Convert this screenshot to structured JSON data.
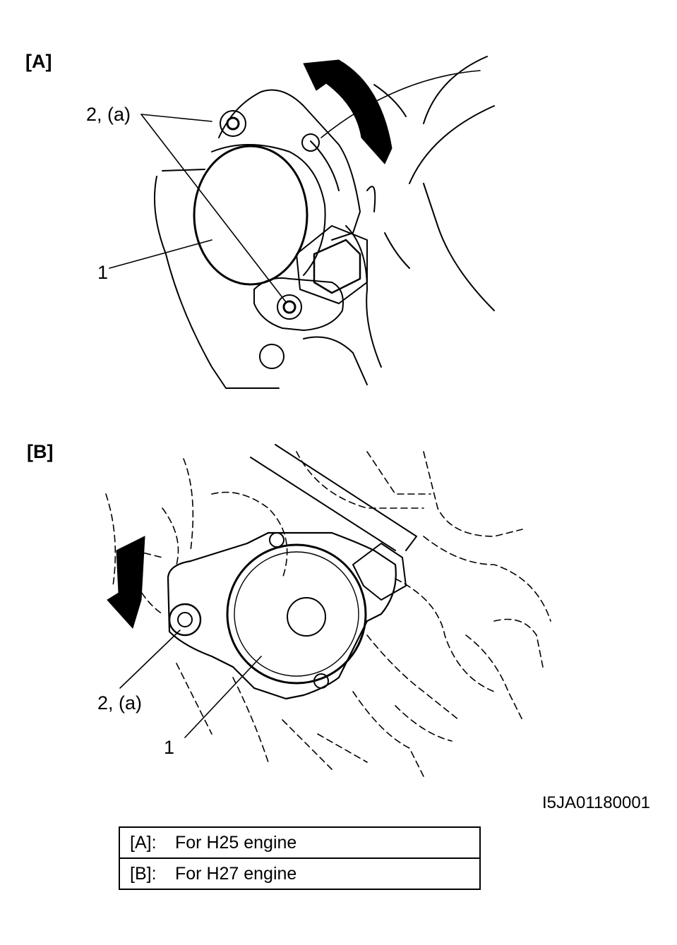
{
  "figure_a": {
    "panel_label": "[A]",
    "callout_fastener": "2, (a)",
    "callout_part": "1"
  },
  "figure_b": {
    "panel_label": "[B]",
    "callout_fastener": "2, (a)",
    "callout_part": "1"
  },
  "figure_code": "I5JA01180001",
  "legend": [
    {
      "key": "[A]:",
      "text": "For H25 engine"
    },
    {
      "key": "[B]:",
      "text": "For H27 engine"
    }
  ]
}
